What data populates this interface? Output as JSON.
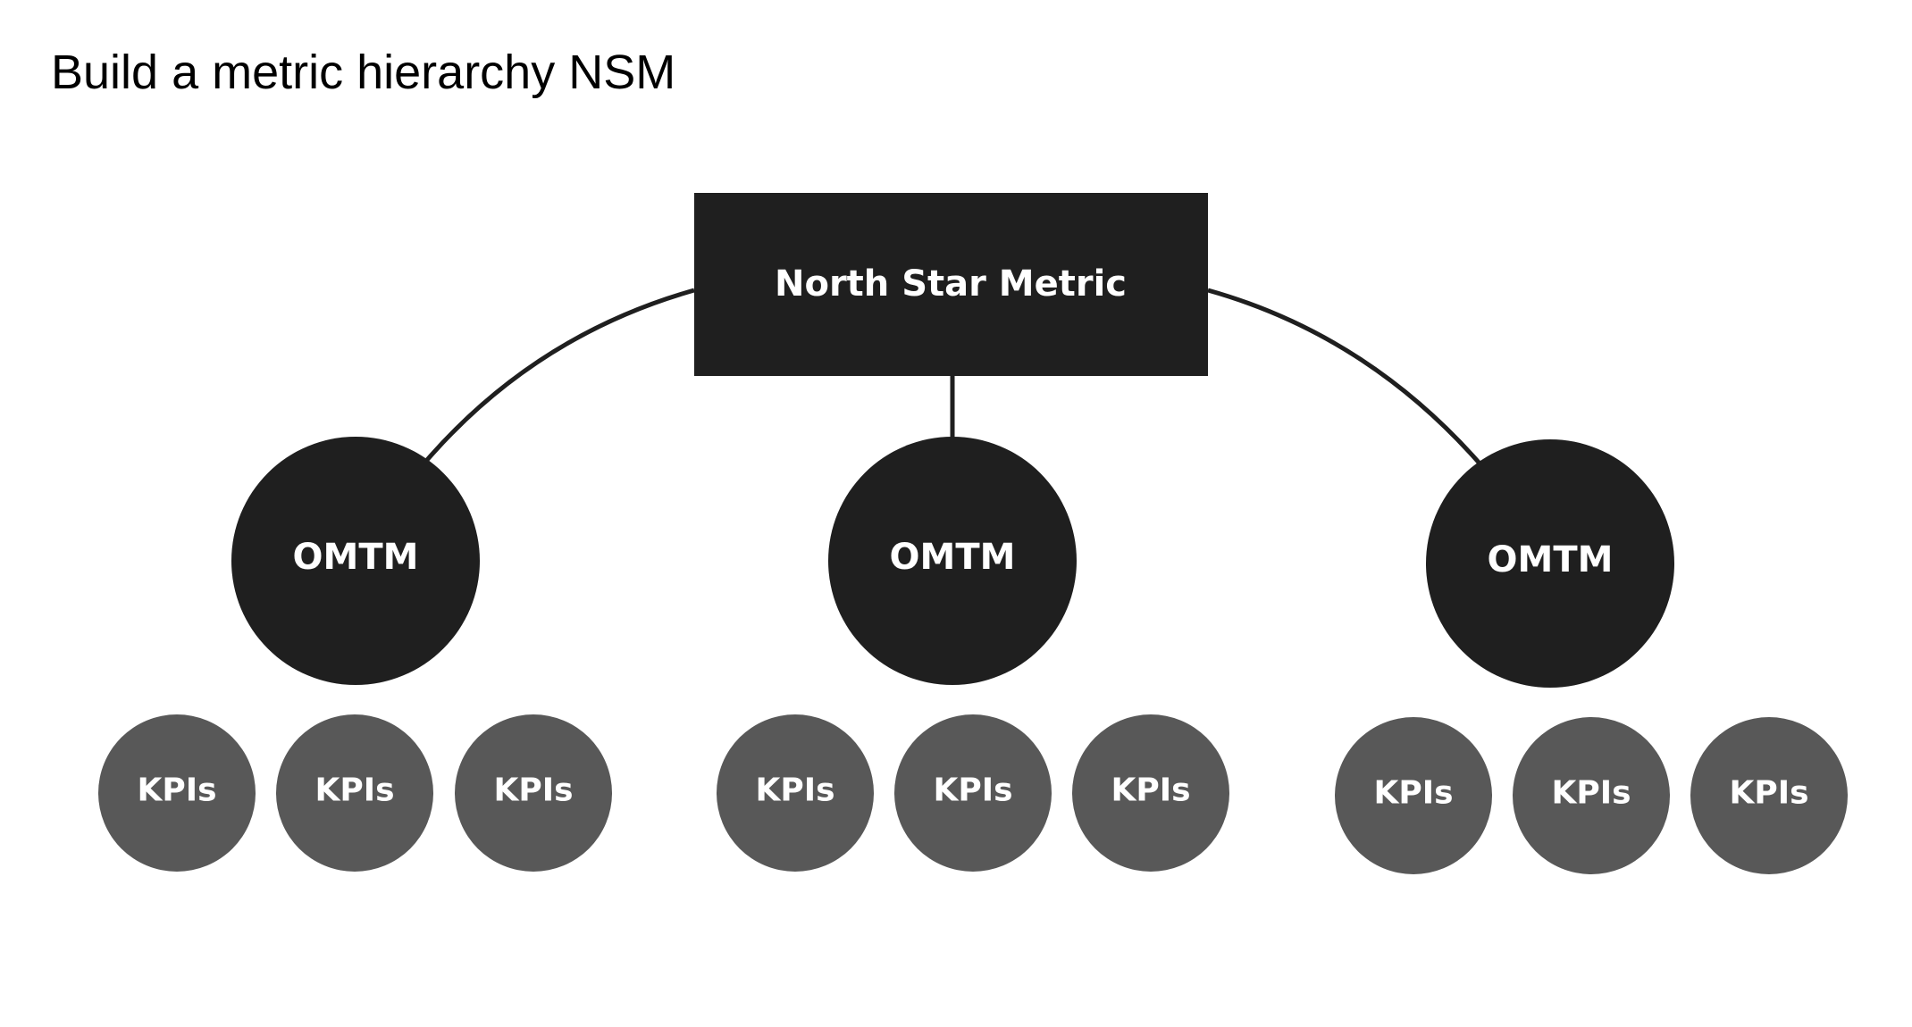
{
  "title": "Build a metric hierarchy NSM",
  "root": {
    "label": "North Star Metric",
    "color": "#1f1f1f"
  },
  "branches": [
    {
      "label": "OMTM",
      "kpis": [
        "KPIs",
        "KPIs",
        "KPIs"
      ]
    },
    {
      "label": "OMTM",
      "kpis": [
        "KPIs",
        "KPIs",
        "KPIs"
      ]
    },
    {
      "label": "OMTM",
      "kpis": [
        "KPIs",
        "KPIs",
        "KPIs"
      ]
    }
  ],
  "colors": {
    "node_dark": "#1f1f1f",
    "kpi": "#585858",
    "label_text": "#ffffff"
  }
}
